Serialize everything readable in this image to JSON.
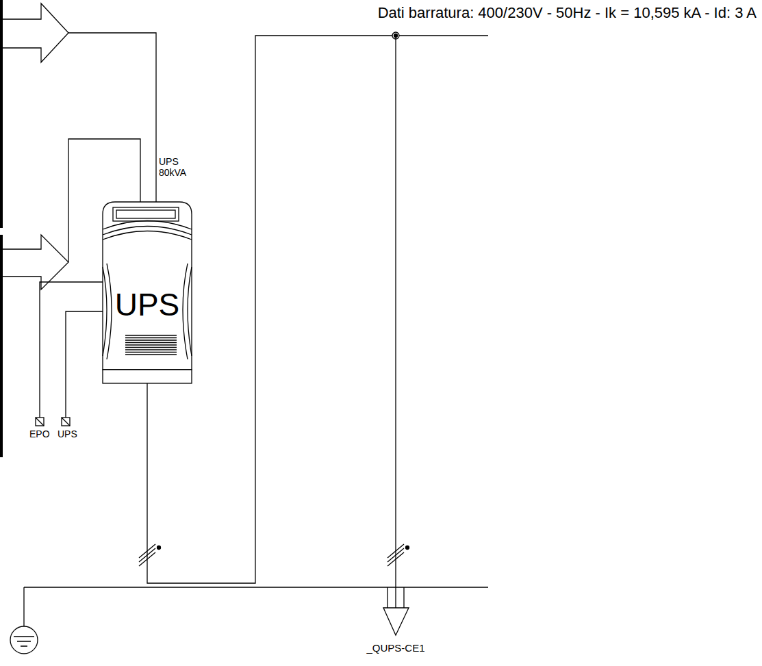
{
  "diagram": {
    "nodes": [
      {
        "text": [
          "UPS"
        ]
      }
    ],
    "labels": [
      "Dati barratura: 400/230V - 50Hz - Ik = 10,595 kA - Id: 3 A",
      "UPS 80kVA",
      "EPO",
      "UPS",
      "_QUPS-CE1"
    ]
  }
}
